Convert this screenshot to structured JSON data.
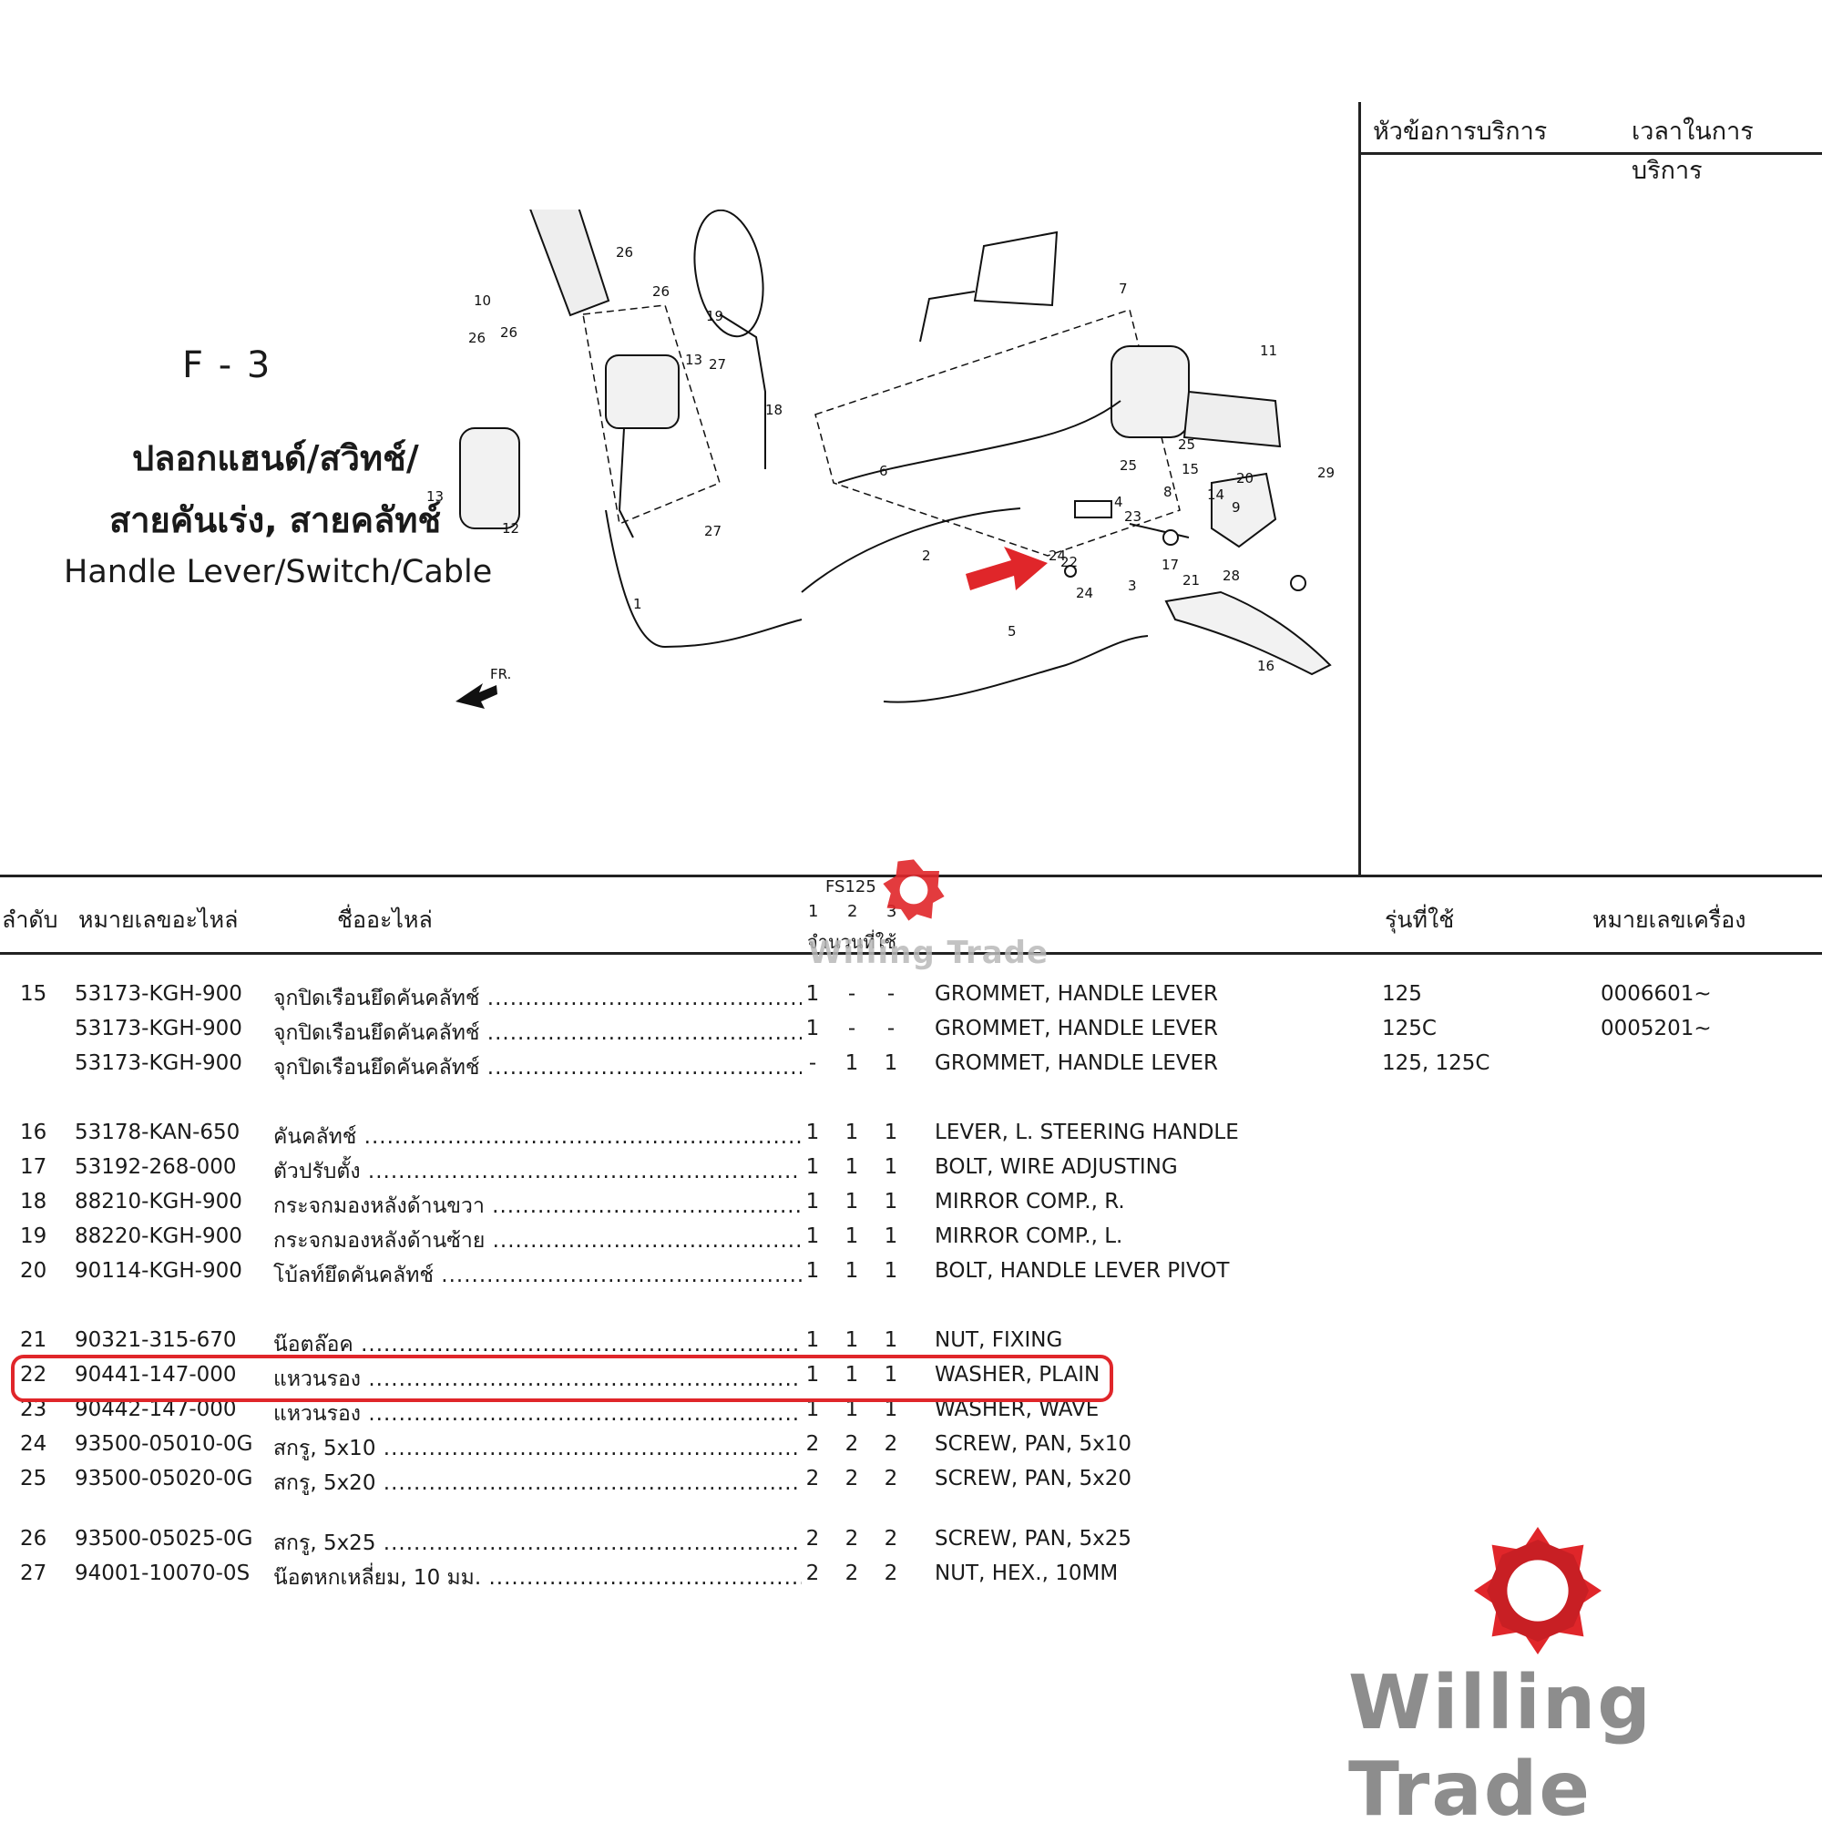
{
  "service_header": {
    "topic": "หัวข้อการบริการ",
    "time": "เวลาในการบริการ"
  },
  "figure": {
    "code": "F - 3",
    "title_th_line1": "ปลอกแฮนด์/สวิทช์/",
    "title_th_line2": "สายคันเร่ง, สายคลัทช์",
    "title_en": "Handle Lever/Switch/Cable",
    "direction_label": "FR."
  },
  "diagram_labels": [
    "1",
    "2",
    "3",
    "4",
    "5",
    "6",
    "7",
    "8",
    "9",
    "10",
    "11",
    "12",
    "13",
    "13",
    "14",
    "15",
    "16",
    "17",
    "18",
    "19",
    "20",
    "21",
    "22",
    "23",
    "24",
    "24",
    "25",
    "25",
    "26",
    "26",
    "26",
    "26",
    "27",
    "27",
    "28",
    "29"
  ],
  "table": {
    "headers": {
      "no": "ลำดับ",
      "part_no": "หมายเลขอะไหล่",
      "part_name": "ชื่ออะไหล่",
      "model_group": "FS125",
      "qty_cols": [
        "1",
        "2",
        "3"
      ],
      "qty_label": "จำนวนที่ใช้",
      "model": "รุ่นที่ใช้",
      "engine_no": "หมายเลขเครื่อง"
    },
    "rows": [
      {
        "no": "15",
        "part": "53173-KGH-900",
        "th": "จุกปิดเรือนยึดคันคลัทช์",
        "q1": "1",
        "q2": "-",
        "q3": "-",
        "en": "GROMMET, HANDLE LEVER",
        "model": "125",
        "engine": "0006601~"
      },
      {
        "no": "",
        "part": "53173-KGH-900",
        "th": "จุกปิดเรือนยึดคันคลัทช์",
        "q1": "1",
        "q2": "-",
        "q3": "-",
        "en": "GROMMET, HANDLE LEVER",
        "model": "125C",
        "engine": "0005201~"
      },
      {
        "no": "",
        "part": "53173-KGH-900",
        "th": "จุกปิดเรือนยึดคันคลัทช์",
        "q1": "-",
        "q2": "1",
        "q3": "1",
        "en": "GROMMET, HANDLE LEVER",
        "model": "125, 125C",
        "engine": ""
      },
      {
        "no": "16",
        "part": "53178-KAN-650",
        "th": "คันคลัทช์",
        "q1": "1",
        "q2": "1",
        "q3": "1",
        "en": "LEVER, L. STEERING HANDLE",
        "model": "",
        "engine": ""
      },
      {
        "no": "17",
        "part": "53192-268-000",
        "th": "ตัวปรับตั้ง",
        "q1": "1",
        "q2": "1",
        "q3": "1",
        "en": "BOLT, WIRE ADJUSTING",
        "model": "",
        "engine": ""
      },
      {
        "no": "18",
        "part": "88210-KGH-900",
        "th": "กระจกมองหลังด้านขวา",
        "q1": "1",
        "q2": "1",
        "q3": "1",
        "en": "MIRROR COMP., R.",
        "model": "",
        "engine": ""
      },
      {
        "no": "19",
        "part": "88220-KGH-900",
        "th": "กระจกมองหลังด้านซ้าย",
        "q1": "1",
        "q2": "1",
        "q3": "1",
        "en": "MIRROR COMP., L.",
        "model": "",
        "engine": ""
      },
      {
        "no": "20",
        "part": "90114-KGH-900",
        "th": "โบ้ลท์ยึดคันคลัทช์",
        "q1": "1",
        "q2": "1",
        "q3": "1",
        "en": "BOLT, HANDLE LEVER PIVOT",
        "model": "",
        "engine": ""
      },
      {
        "no": "21",
        "part": "90321-315-670",
        "th": "น๊อตล๊อค",
        "q1": "1",
        "q2": "1",
        "q3": "1",
        "en": "NUT, FIXING",
        "model": "",
        "engine": ""
      },
      {
        "no": "22",
        "part": "90441-147-000",
        "th": "แหวนรอง",
        "q1": "1",
        "q2": "1",
        "q3": "1",
        "en": "WASHER, PLAIN",
        "model": "",
        "engine": ""
      },
      {
        "no": "23",
        "part": "90442-147-000",
        "th": "แหวนรอง",
        "q1": "1",
        "q2": "1",
        "q3": "1",
        "en": "WASHER, WAVE",
        "model": "",
        "engine": ""
      },
      {
        "no": "24",
        "part": "93500-05010-0G",
        "th": "สกรู, 5x10",
        "q1": "2",
        "q2": "2",
        "q3": "2",
        "en": "SCREW, PAN, 5x10",
        "model": "",
        "engine": ""
      },
      {
        "no": "25",
        "part": "93500-05020-0G",
        "th": "สกรู, 5x20",
        "q1": "2",
        "q2": "2",
        "q3": "2",
        "en": "SCREW, PAN, 5x20",
        "model": "",
        "engine": ""
      },
      {
        "no": "26",
        "part": "93500-05025-0G",
        "th": "สกรู, 5x25",
        "q1": "2",
        "q2": "2",
        "q3": "2",
        "en": "SCREW, PAN, 5x25",
        "model": "",
        "engine": ""
      },
      {
        "no": "27",
        "part": "94001-10070-0S",
        "th": "น๊อตหกเหลี่ยม, 10 มม.",
        "q1": "2",
        "q2": "2",
        "q3": "2",
        "en": "NUT, HEX., 10MM",
        "model": "",
        "engine": ""
      }
    ],
    "highlighted_row": 9
  },
  "brand": {
    "name": "Willing Trade",
    "accent": "#e0262a",
    "gray": "#8d8d8d"
  }
}
